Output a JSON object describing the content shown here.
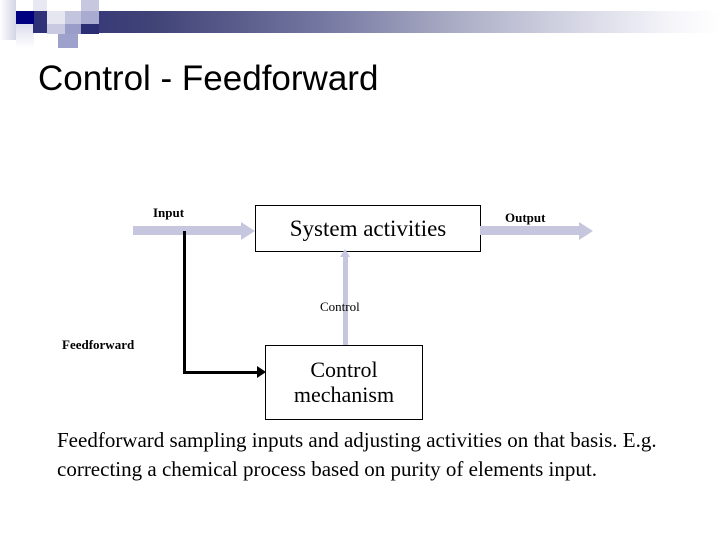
{
  "slide": {
    "title": "Control - Feedforward",
    "body_text": "Feedforward  sampling inputs and adjusting activities on that basis.  E.g. correcting a chemical process based on purity of elements input."
  },
  "banner": {
    "gradient_start": "#2e3178",
    "gradient_end": "#ffffff",
    "accent_navy": "#000080",
    "accent_lavender": "#c3c4de",
    "accent_periwinkle": "#9a9dc8"
  },
  "diagram": {
    "arrow_color": "#c6c7de",
    "line_color": "#000000",
    "box_fill": "#ffffff",
    "labels": {
      "input": "Input",
      "output": "Output",
      "control": "Control",
      "feedforward": "Feedforward"
    },
    "boxes": [
      {
        "id": "system-activities",
        "text": "System activities"
      },
      {
        "id": "control-mechanism",
        "text": "Control mechanism"
      }
    ]
  }
}
